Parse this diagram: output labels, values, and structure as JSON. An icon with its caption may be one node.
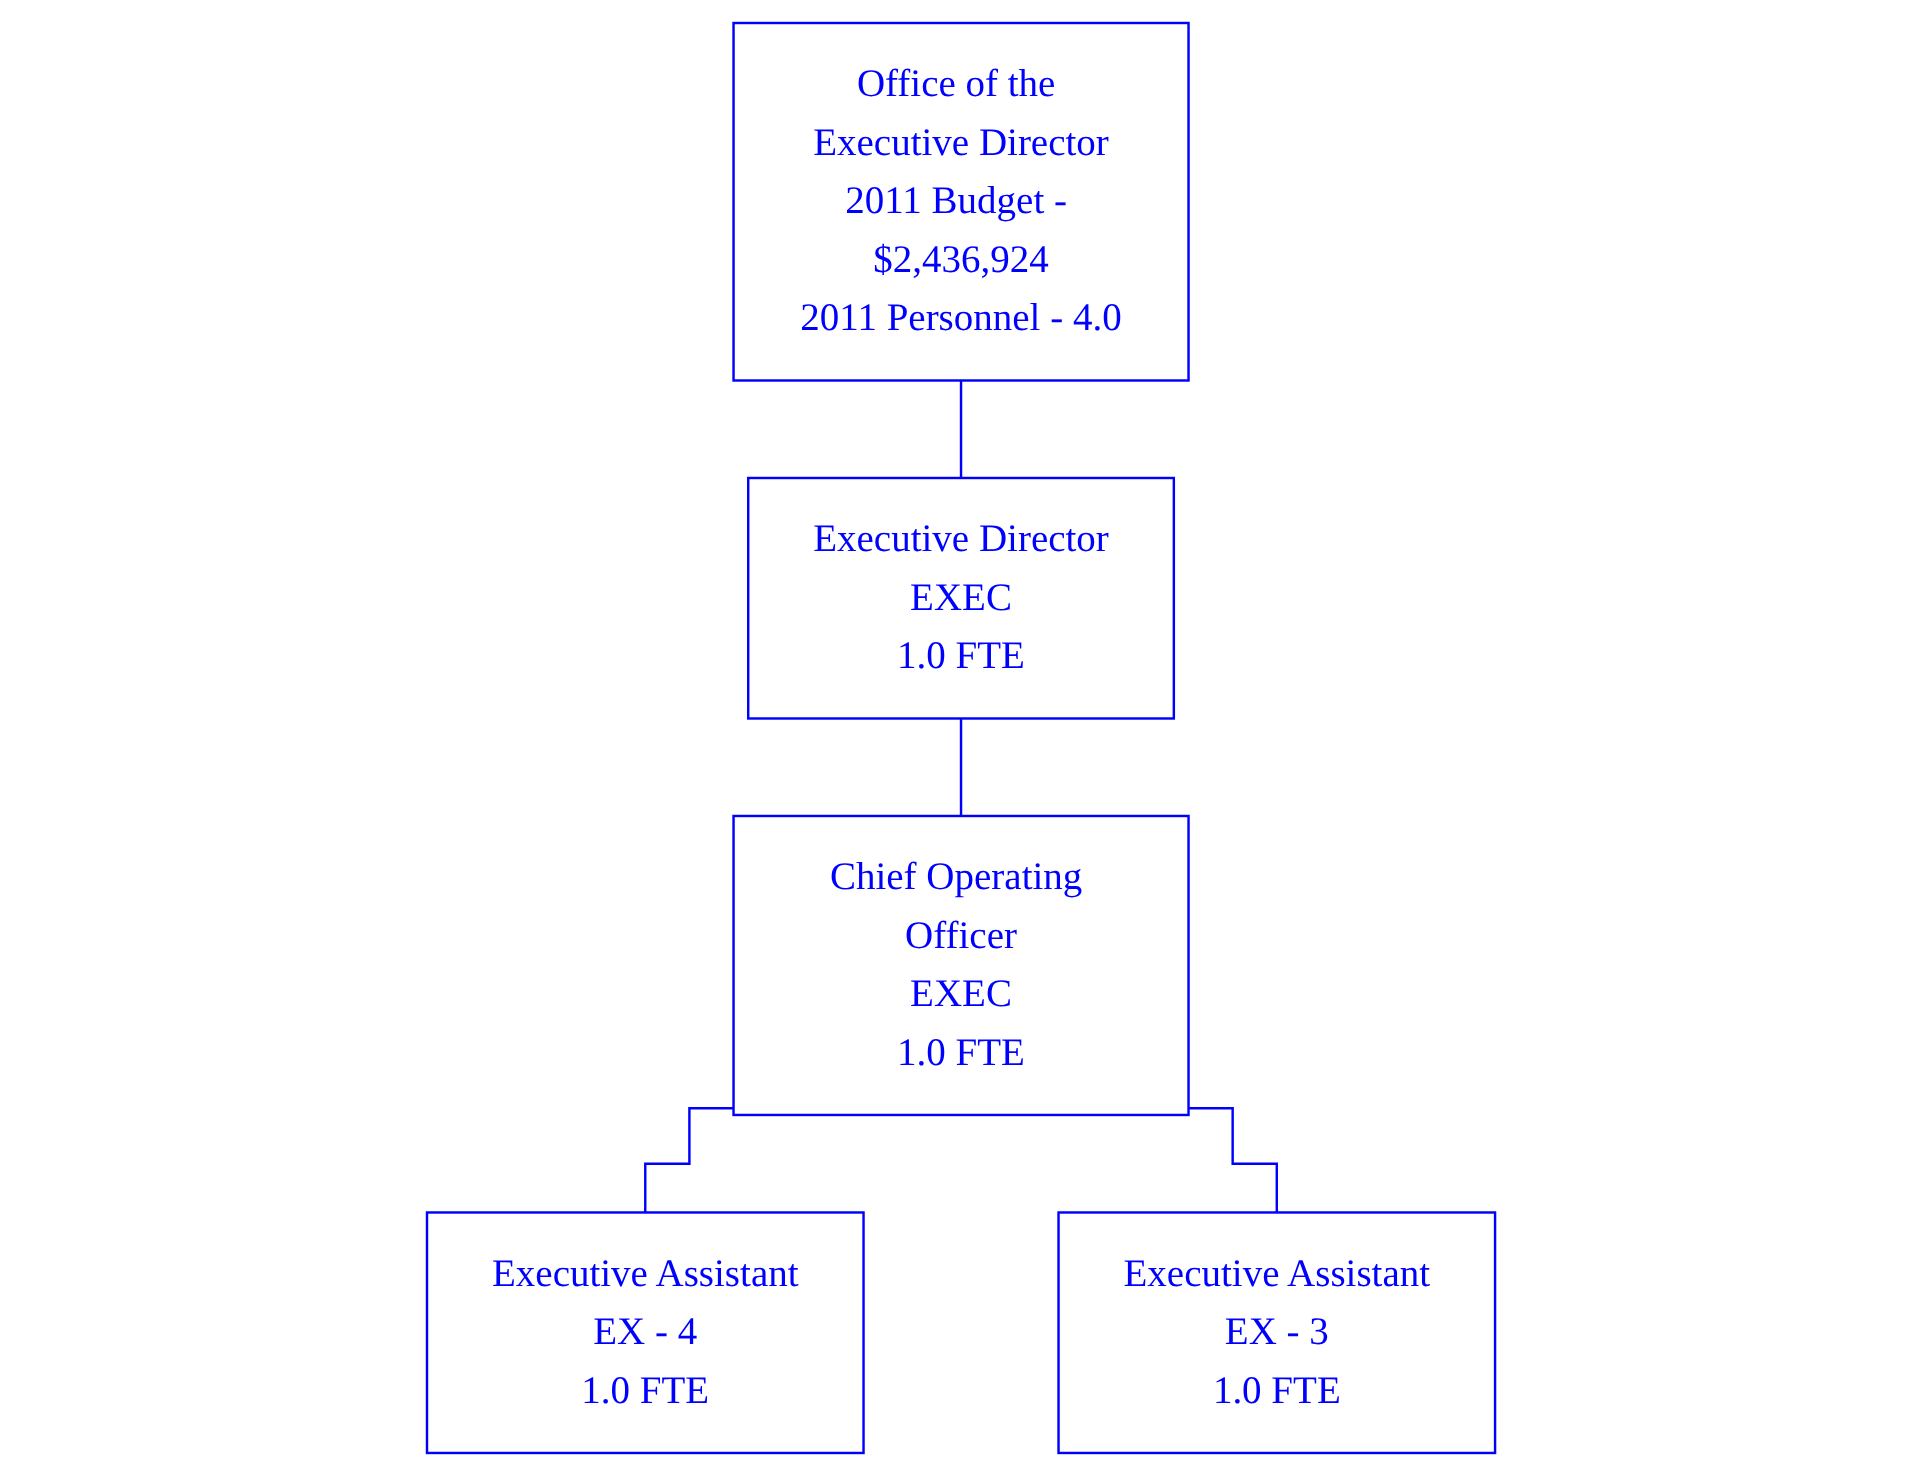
{
  "diagram": {
    "nodes": [
      {
        "text": [
          "Office of the Executive Director",
          "2011 Budget - $2,436,924",
          "2011 Personnel - 4.0"
        ]
      },
      {
        "text": [
          "Executive Director",
          "EXEC",
          "1.0 FTE"
        ]
      },
      {
        "text": [
          "Chief Operating Officer",
          "EXEC",
          "1.0 FTE"
        ]
      },
      {
        "text": [
          "Executive Assistant",
          "EX - 4",
          "1.0 FTE"
        ]
      },
      {
        "text": [
          "Executive Assistant",
          "EX - 3",
          "1.0 FTE"
        ]
      }
    ],
    "edges": [
      {
        "from": 0,
        "to": 1,
        "arrow": "none"
      },
      {
        "from": 1,
        "to": 2,
        "arrow": "none"
      },
      {
        "from": 2,
        "to": 3,
        "arrow": "none"
      },
      {
        "from": 2,
        "to": 4,
        "arrow": "none"
      }
    ]
  }
}
